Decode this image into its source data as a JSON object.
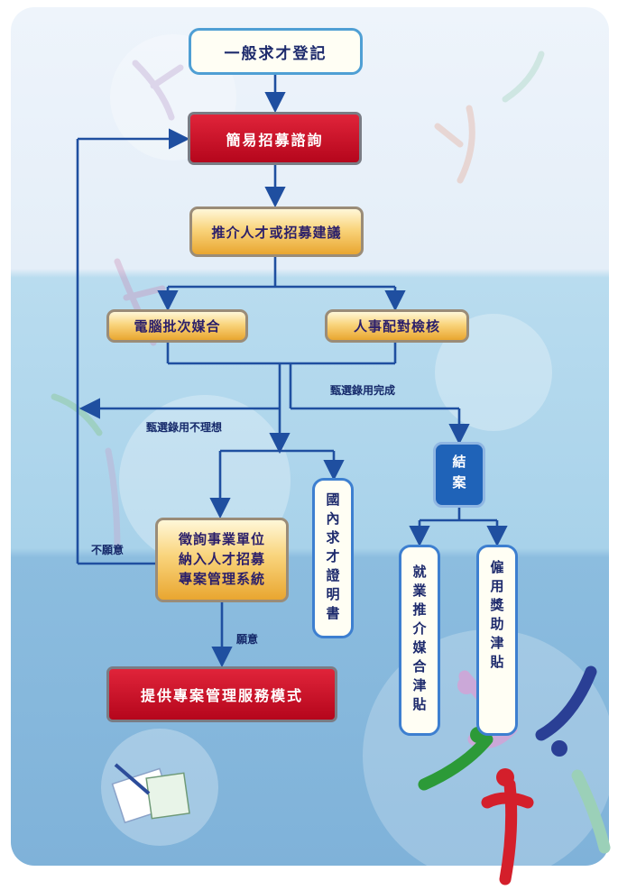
{
  "nodes": {
    "general_registration": "一般求才登記",
    "simple_consult": "簡易招募諮詢",
    "recommend": "推介人才或招募建議",
    "batch_match": "電腦批次媒合",
    "hr_check": "人事配對檢核",
    "close": "結案",
    "invite_line1": "徵詢事業單位",
    "invite_line2": "納入人才招募",
    "invite_line3": "專案管理系統",
    "domestic_cert": "國內求才證明書",
    "provide_service": "提供專案管理服務模式",
    "employment_subsidy": "就業推介媒合津貼",
    "hiring_subsidy": "僱用獎助津貼"
  },
  "labels": {
    "hire_done": "甄選錄用完成",
    "hire_not_ideal": "甄選錄用不理想",
    "unwilling": "不願意",
    "willing": "願意"
  },
  "colors": {
    "arrow": "#1f4fa0",
    "red_box": "#c8102e",
    "gold_box": "#f4c25a",
    "blue_box": "#1f63b8",
    "border_blue": "#4f9fd4"
  },
  "icons": [
    "dancing-figures-icon",
    "document-pencil-calculator-icon"
  ]
}
